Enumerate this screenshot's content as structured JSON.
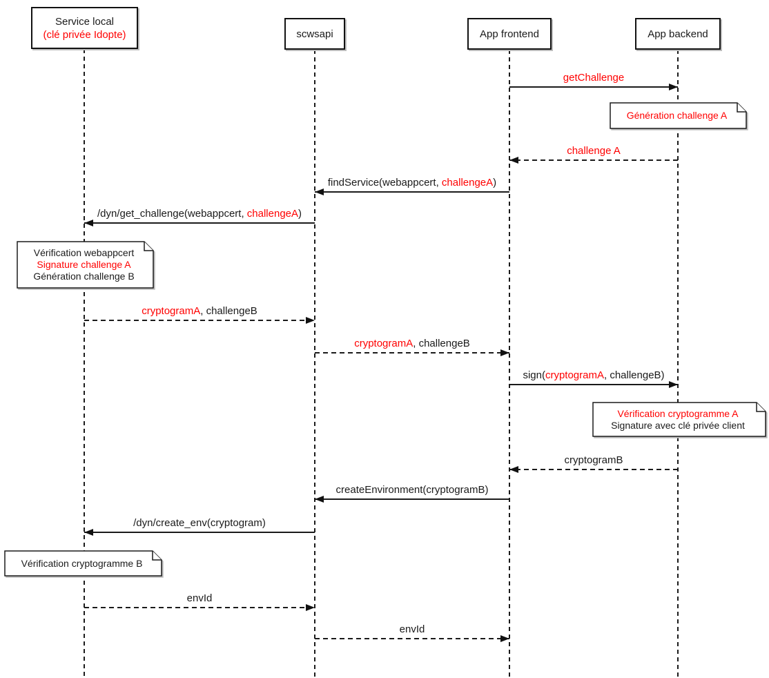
{
  "diagram_type": "sequence",
  "colors": {
    "accent_red": "#ff0000",
    "line_black": "#1a1a1a",
    "background": "#ffffff",
    "note_fill": "#ffffff"
  },
  "actors": [
    {
      "id": "service-local",
      "name": "Service local",
      "sub": "(clé privée Idopte)"
    },
    {
      "id": "scwsapi",
      "name": "scwsapi",
      "sub": ""
    },
    {
      "id": "app-frontend",
      "name": "App frontend",
      "sub": ""
    },
    {
      "id": "app-backend",
      "name": "App backend",
      "sub": ""
    }
  ],
  "messages": [
    {
      "from": "App frontend",
      "to": "App backend",
      "style": "solid",
      "pre": "",
      "red": "getChallenge",
      "post": ""
    },
    {
      "from": "App backend",
      "to": "App frontend",
      "style": "dashed",
      "pre": "",
      "red": "challenge A",
      "post": ""
    },
    {
      "from": "App frontend",
      "to": "scwsapi",
      "style": "solid",
      "pre": "findService(webappcert, ",
      "red": "challengeA",
      "post": ")"
    },
    {
      "from": "scwsapi",
      "to": "Service local",
      "style": "solid",
      "pre": "/dyn/get_challenge(webappcert, ",
      "red": "challengeA",
      "post": ")"
    },
    {
      "from": "Service local",
      "to": "scwsapi",
      "style": "dashed",
      "pre": "",
      "red": "cryptogramA",
      "post": ", challengeB"
    },
    {
      "from": "scwsapi",
      "to": "App frontend",
      "style": "dashed",
      "pre": "",
      "red": "cryptogramA",
      "post": ", challengeB"
    },
    {
      "from": "App frontend",
      "to": "App backend",
      "style": "solid",
      "pre": "sign(",
      "red": "cryptogramA",
      "post": ", challengeB)"
    },
    {
      "from": "App backend",
      "to": "App frontend",
      "style": "dashed",
      "pre": "cryptogramB",
      "red": "",
      "post": ""
    },
    {
      "from": "App frontend",
      "to": "scwsapi",
      "style": "solid",
      "pre": "createEnvironment(cryptogramB)",
      "red": "",
      "post": ""
    },
    {
      "from": "scwsapi",
      "to": "Service local",
      "style": "solid",
      "pre": "/dyn/create_env(cryptogram)",
      "red": "",
      "post": ""
    },
    {
      "from": "Service local",
      "to": "scwsapi",
      "style": "dashed",
      "pre": "envId",
      "red": "",
      "post": ""
    },
    {
      "from": "scwsapi",
      "to": "App frontend",
      "style": "dashed",
      "pre": "envId",
      "red": "",
      "post": ""
    }
  ],
  "notes": [
    {
      "over": "App backend",
      "lines": [
        {
          "text": "Génération challenge A",
          "color": "red"
        }
      ]
    },
    {
      "over": "Service local",
      "lines": [
        {
          "text": "Vérification webappcert",
          "color": "black"
        },
        {
          "text": "Signature challenge A",
          "color": "red"
        },
        {
          "text": "Génération challenge B",
          "color": "black"
        }
      ]
    },
    {
      "over": "App backend",
      "lines": [
        {
          "text": "Vérification cryptogramme A",
          "color": "red"
        },
        {
          "text": "Signature avec clé privée client",
          "color": "black"
        }
      ]
    },
    {
      "over": "Service local",
      "lines": [
        {
          "text": "Vérification cryptogramme B",
          "color": "black"
        }
      ]
    }
  ]
}
